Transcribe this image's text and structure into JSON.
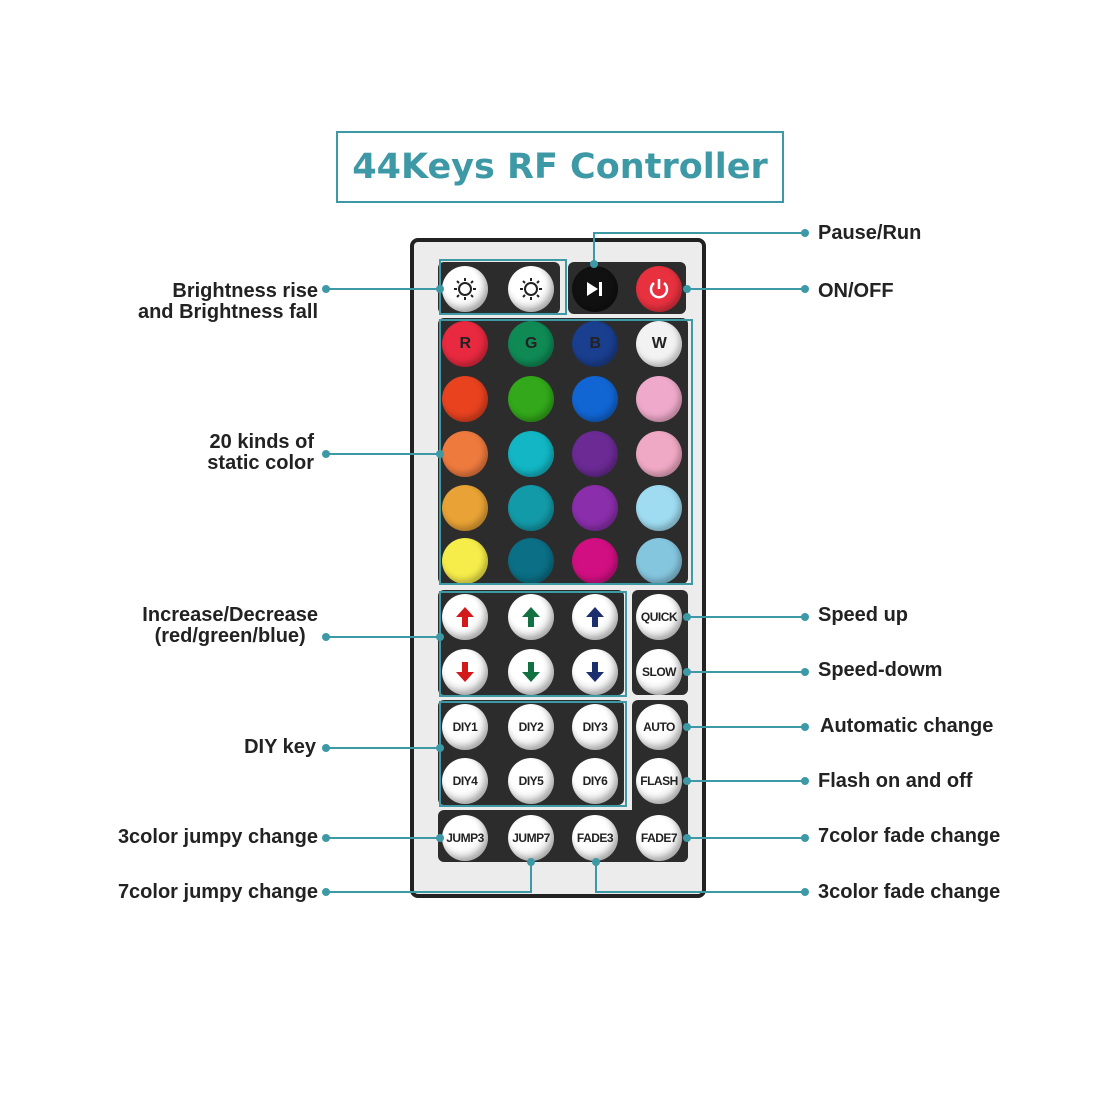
{
  "title": "44Keys RF Controller",
  "accent": "#3d99a5",
  "buttons": {
    "brightness_up_icon": "brightness-up-icon",
    "brightness_down_icon": "brightness-down-icon",
    "play_pause_icon": "play-pause-icon",
    "power_icon": "power-icon",
    "r": "R",
    "g": "G",
    "b": "B",
    "w": "W",
    "colors": [
      "#e8293f",
      "#0f8a55",
      "#1a3f8f",
      "#f2f2f2",
      "#e8421f",
      "#32a81a",
      "#1166d4",
      "#efaacb",
      "#ee7a3e",
      "#12b6c4",
      "#6b2a94",
      "#f0a9c4",
      "#e8a235",
      "#139aa8",
      "#8a2eab",
      "#9fdcf2",
      "#f6ec4a",
      "#0b6f85",
      "#d10f82",
      "#85c6df"
    ],
    "arrows": [
      "red-up",
      "green-up",
      "blue-up",
      "red-down",
      "green-down",
      "blue-down"
    ],
    "quick": "QUICK",
    "slow": "SLOW",
    "diy": [
      "DIY1",
      "DIY2",
      "DIY3",
      "DIY4",
      "DIY5",
      "DIY6"
    ],
    "auto": "AUTO",
    "flash": "FLASH",
    "jump3": "JUMP3",
    "jump7": "JUMP7",
    "fade3": "FADE3",
    "fade7": "FADE7"
  },
  "labels": {
    "brightness": "Brightness rise\nand Brightness fall",
    "static": "20 kinds of\nstatic color",
    "incdec": "Increase/Decrease\n(red/green/blue)",
    "diy": "DIY key",
    "jumpy3": "3color jumpy change",
    "jumpy7": "7color jumpy change",
    "pause": "Pause/Run",
    "onoff": "ON/OFF",
    "speedup": "Speed up",
    "speeddown": "Speed-dowm",
    "auto": "Automatic change",
    "flash": "Flash on and off",
    "fade7": "7color fade change",
    "fade3": "3color fade change"
  }
}
